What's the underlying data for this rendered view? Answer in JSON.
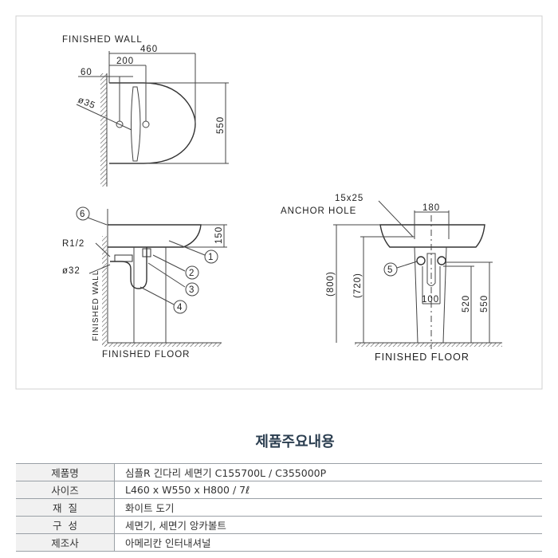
{
  "drawing": {
    "top_view": {
      "label": "FINISHED WALL",
      "dim_width": "460",
      "dim_hole": "200",
      "dim_wall": "60",
      "dim_dia": "ø35",
      "dim_depth": "550"
    },
    "side_view": {
      "thread": "R1/2",
      "dia": "ø32",
      "wall": "FINISHED WALL",
      "floor": "FINISHED FLOOR",
      "dim_rim": "150",
      "callouts": [
        "1",
        "2",
        "3",
        "4",
        "6"
      ]
    },
    "front_view": {
      "anchor_size": "15x25",
      "anchor_label": "ANCHOR HOLE",
      "dim_anchor": "180",
      "dim_total": "(800)",
      "dim_rim": "(720)",
      "dim_trap": "100",
      "dim_inlet": "520",
      "dim_supply": "550",
      "floor": "FINISHED FLOOR",
      "callout": "5"
    }
  },
  "spec": {
    "title": "제품주요내용",
    "rows": [
      {
        "key": "제품명",
        "value": "심플R 긴다리 세면기 C155700L / C355000P"
      },
      {
        "key": "사이즈",
        "value": "L460 x W550 x H800 / 7ℓ"
      },
      {
        "key": "재  질",
        "value": "화이트 도기"
      },
      {
        "key": "구  성",
        "value": "세면기, 세면기 앙카볼트"
      },
      {
        "key": "제조사",
        "value": "아메리칸 인터내셔널"
      }
    ]
  }
}
